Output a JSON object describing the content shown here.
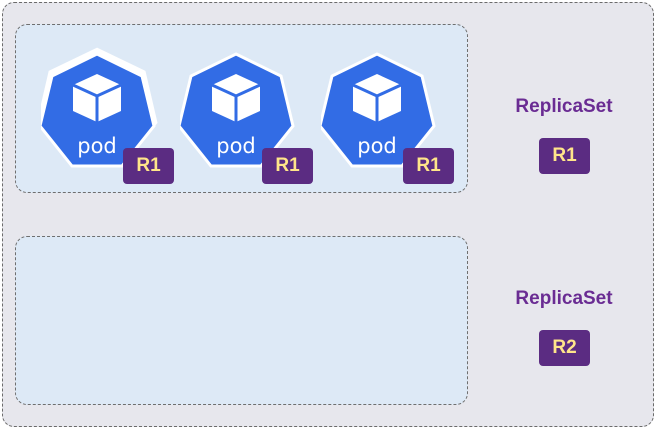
{
  "diagram": {
    "colors": {
      "frame_bg": "#e7e7ed",
      "group_bg": "#dde9f6",
      "pod_blue": "#326ce5",
      "badge_bg": "#5b2c82",
      "badge_text": "#ffe58a",
      "title_text": "#6a2c93"
    },
    "pod_icon": "kubernetes-pod-cube-icon",
    "replicasets": [
      {
        "title": "ReplicaSet",
        "label": "R1",
        "pods": [
          {
            "label": "pod",
            "badge": "R1"
          },
          {
            "label": "pod",
            "badge": "R1"
          },
          {
            "label": "pod",
            "badge": "R1"
          }
        ]
      },
      {
        "title": "ReplicaSet",
        "label": "R2",
        "pods": []
      }
    ]
  }
}
